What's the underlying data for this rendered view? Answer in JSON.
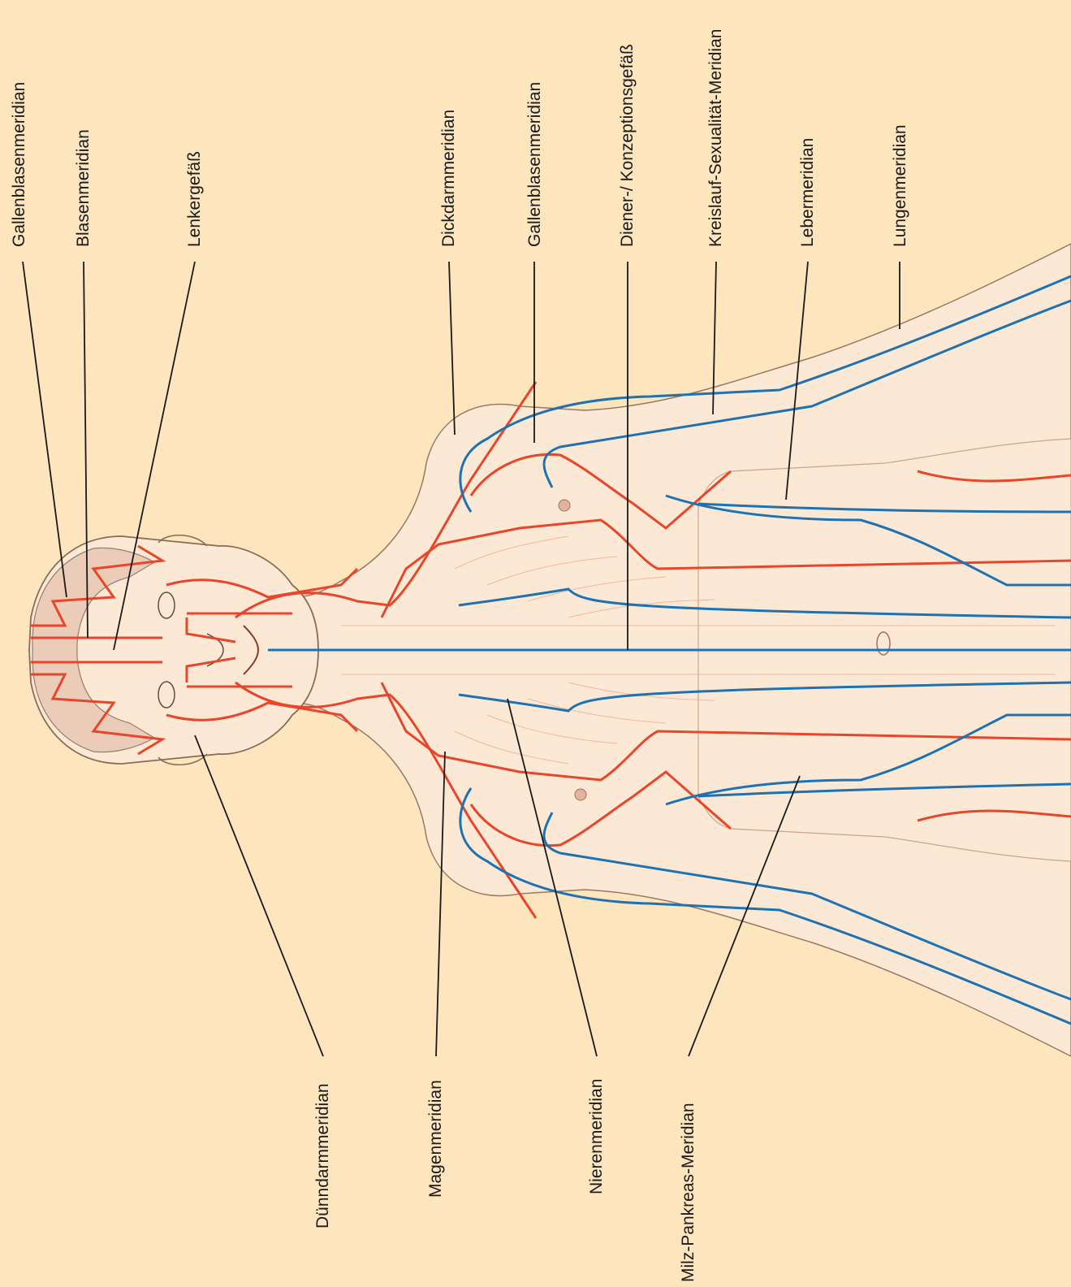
{
  "labels_top": [
    {
      "id": "gallenblasen-1",
      "text": "Gallenblasenmeridian"
    },
    {
      "id": "blasen",
      "text": "Blasenmeridian"
    },
    {
      "id": "lenker",
      "text": "Lenkergefäß"
    },
    {
      "id": "dickdarm",
      "text": "Dickdarmmeridian"
    },
    {
      "id": "gallenblasen-2",
      "text": "Gallenblasenmeridian"
    },
    {
      "id": "diener",
      "text": "Diener-/ Konzeptionsgefäß"
    },
    {
      "id": "kreislauf",
      "text": "Kreislauf-Sexualität-Meridian"
    },
    {
      "id": "leber",
      "text": "Lebermeridian"
    },
    {
      "id": "lungen",
      "text": "Lungenmeridian"
    }
  ],
  "labels_bottom": [
    {
      "id": "duenndarm",
      "text": "Dünndarmmeridian"
    },
    {
      "id": "magen",
      "text": "Magenmeridian"
    },
    {
      "id": "nieren",
      "text": "Nierenmeridian"
    },
    {
      "id": "milz",
      "text": "Milz-Pankreas-Meridian"
    }
  ],
  "colors": {
    "background": "#fde5bd",
    "skin": "#fbe9d6",
    "skin_outline": "#9a7766",
    "yang_meridian": "#e8452a",
    "yin_meridian": "#1f72b2",
    "leader": "#1a1a1a"
  }
}
